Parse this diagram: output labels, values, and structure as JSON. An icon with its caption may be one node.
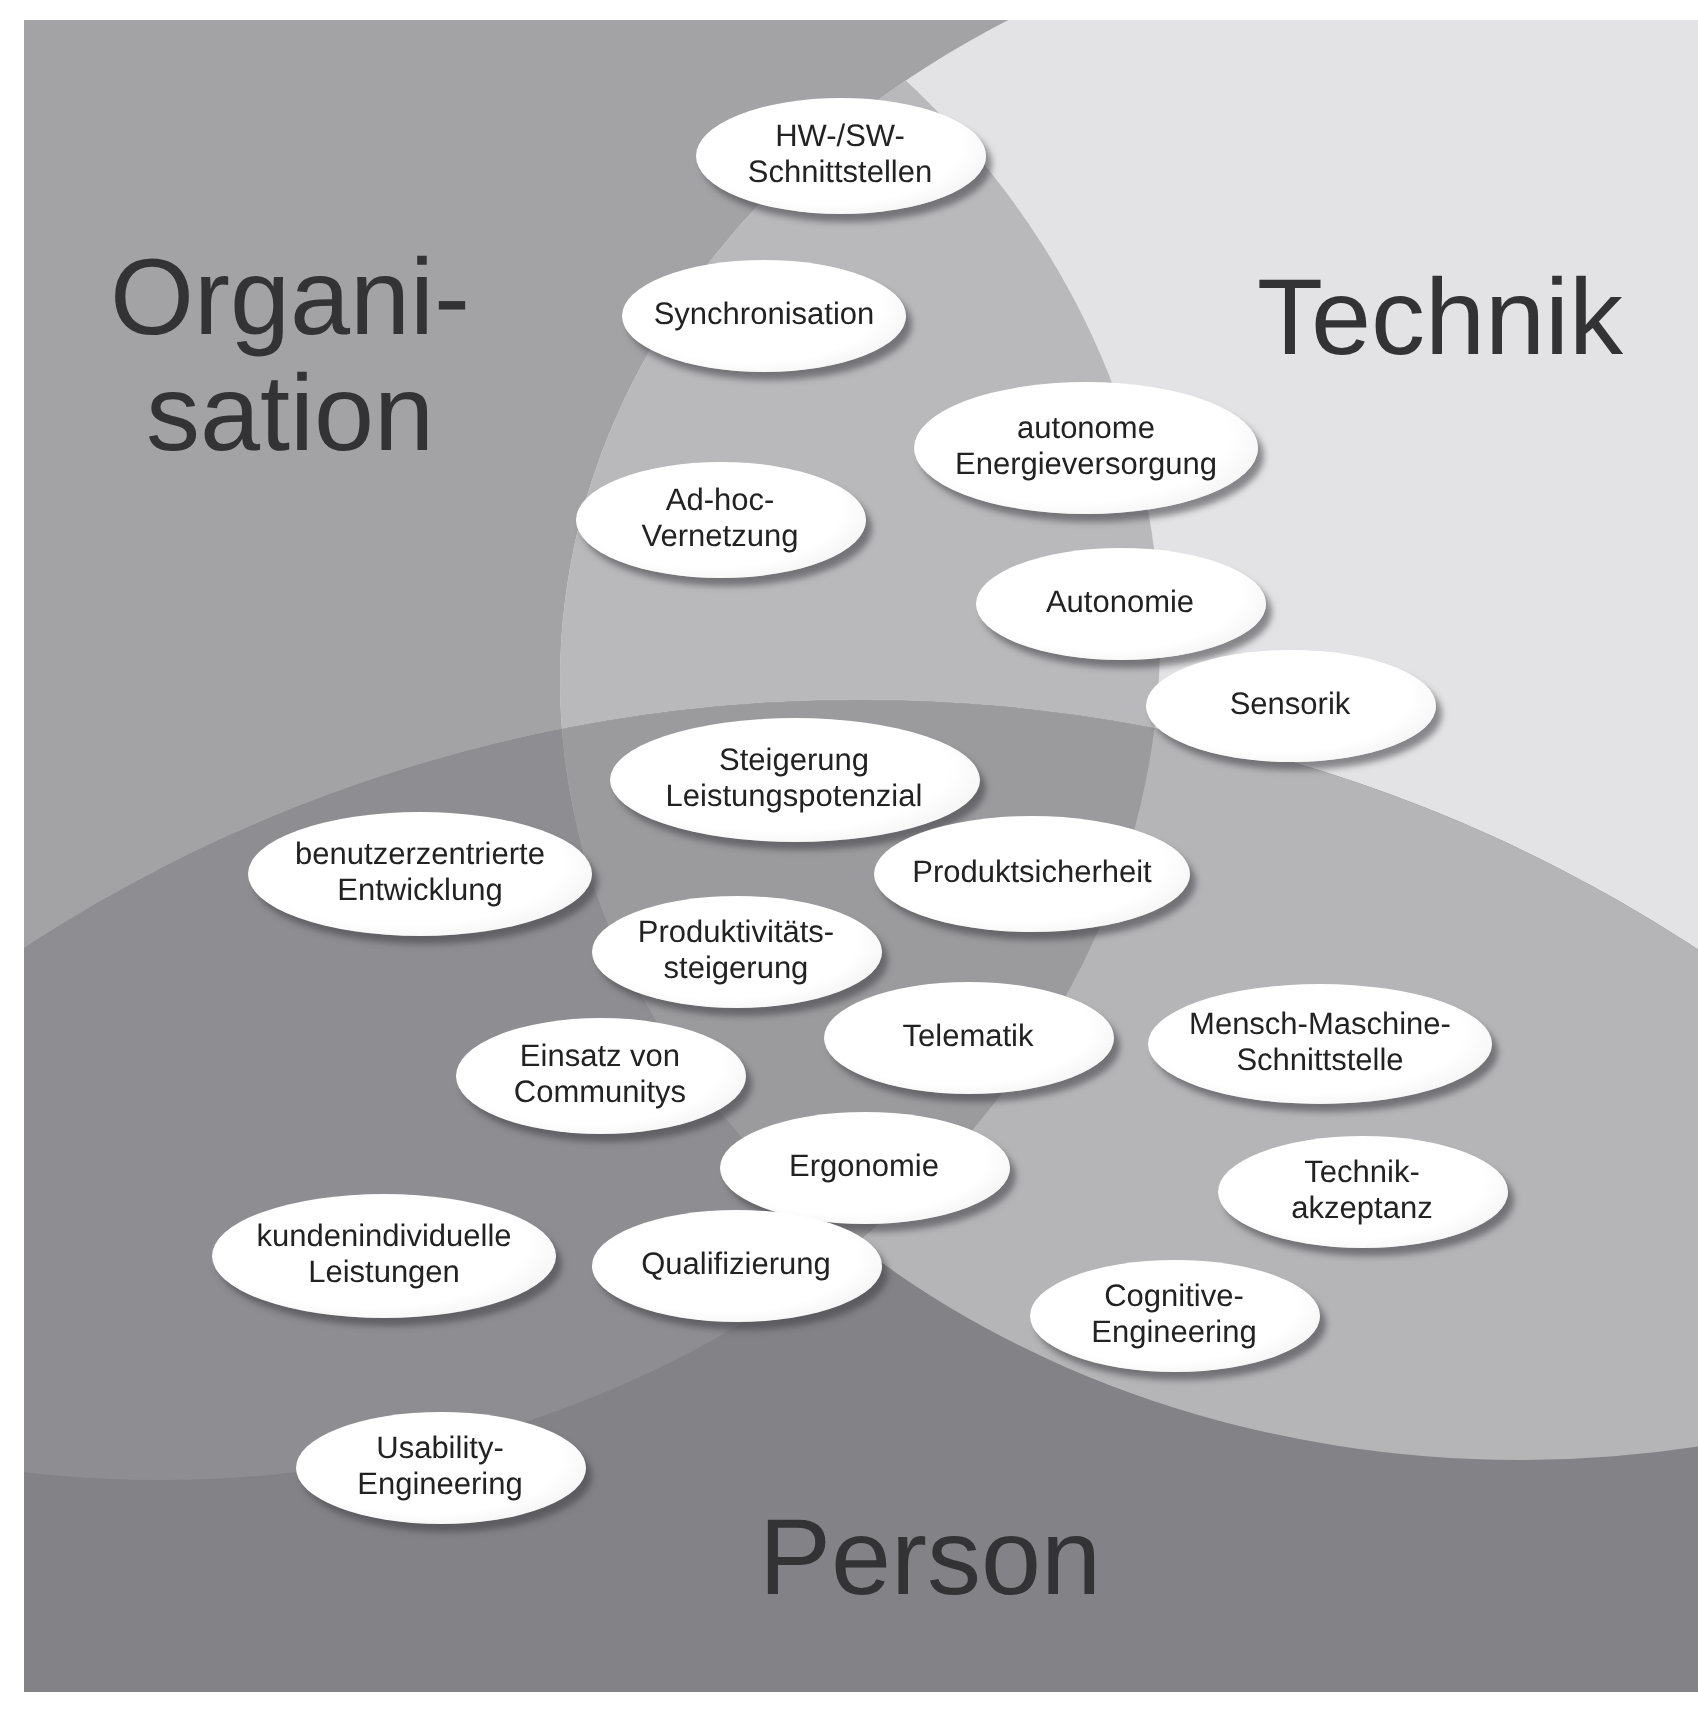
{
  "diagram": {
    "nodes": [
      {
        "text": [
          "Organi- sation"
        ]
      },
      {
        "text": [
          "Technik"
        ]
      },
      {
        "text": [
          "Person"
        ]
      },
      {
        "text": [
          "HW-/SW- Schnittstellen"
        ]
      },
      {
        "text": [
          "Synchronisation"
        ]
      },
      {
        "text": [
          "autonome Energieversorgung"
        ]
      },
      {
        "text": [
          "Ad-hoc- Vernetzung"
        ]
      },
      {
        "text": [
          "Autonomie"
        ]
      },
      {
        "text": [
          "Sensorik"
        ]
      },
      {
        "text": [
          "Steigerung Leistungspotenzial"
        ]
      },
      {
        "text": [
          "benutzerzentrierte Entwicklung"
        ]
      },
      {
        "text": [
          "Produktsicherheit"
        ]
      },
      {
        "text": [
          "Produktivitäts- steigerung"
        ]
      },
      {
        "text": [
          "Telematik"
        ]
      },
      {
        "text": [
          "Einsatz von Communitys"
        ]
      },
      {
        "text": [
          "Mensch-Maschine- Schnittstelle"
        ]
      },
      {
        "text": [
          "Ergonomie"
        ]
      },
      {
        "text": [
          "Technik- akzeptanz"
        ]
      },
      {
        "text": [
          "kundenindividuelle Leistungen"
        ]
      },
      {
        "text": [
          "Qualifizierung"
        ]
      },
      {
        "text": [
          "Cognitive- Engineering"
        ]
      },
      {
        "text": [
          "Usability- Engineering"
        ]
      }
    ],
    "edges": []
  }
}
